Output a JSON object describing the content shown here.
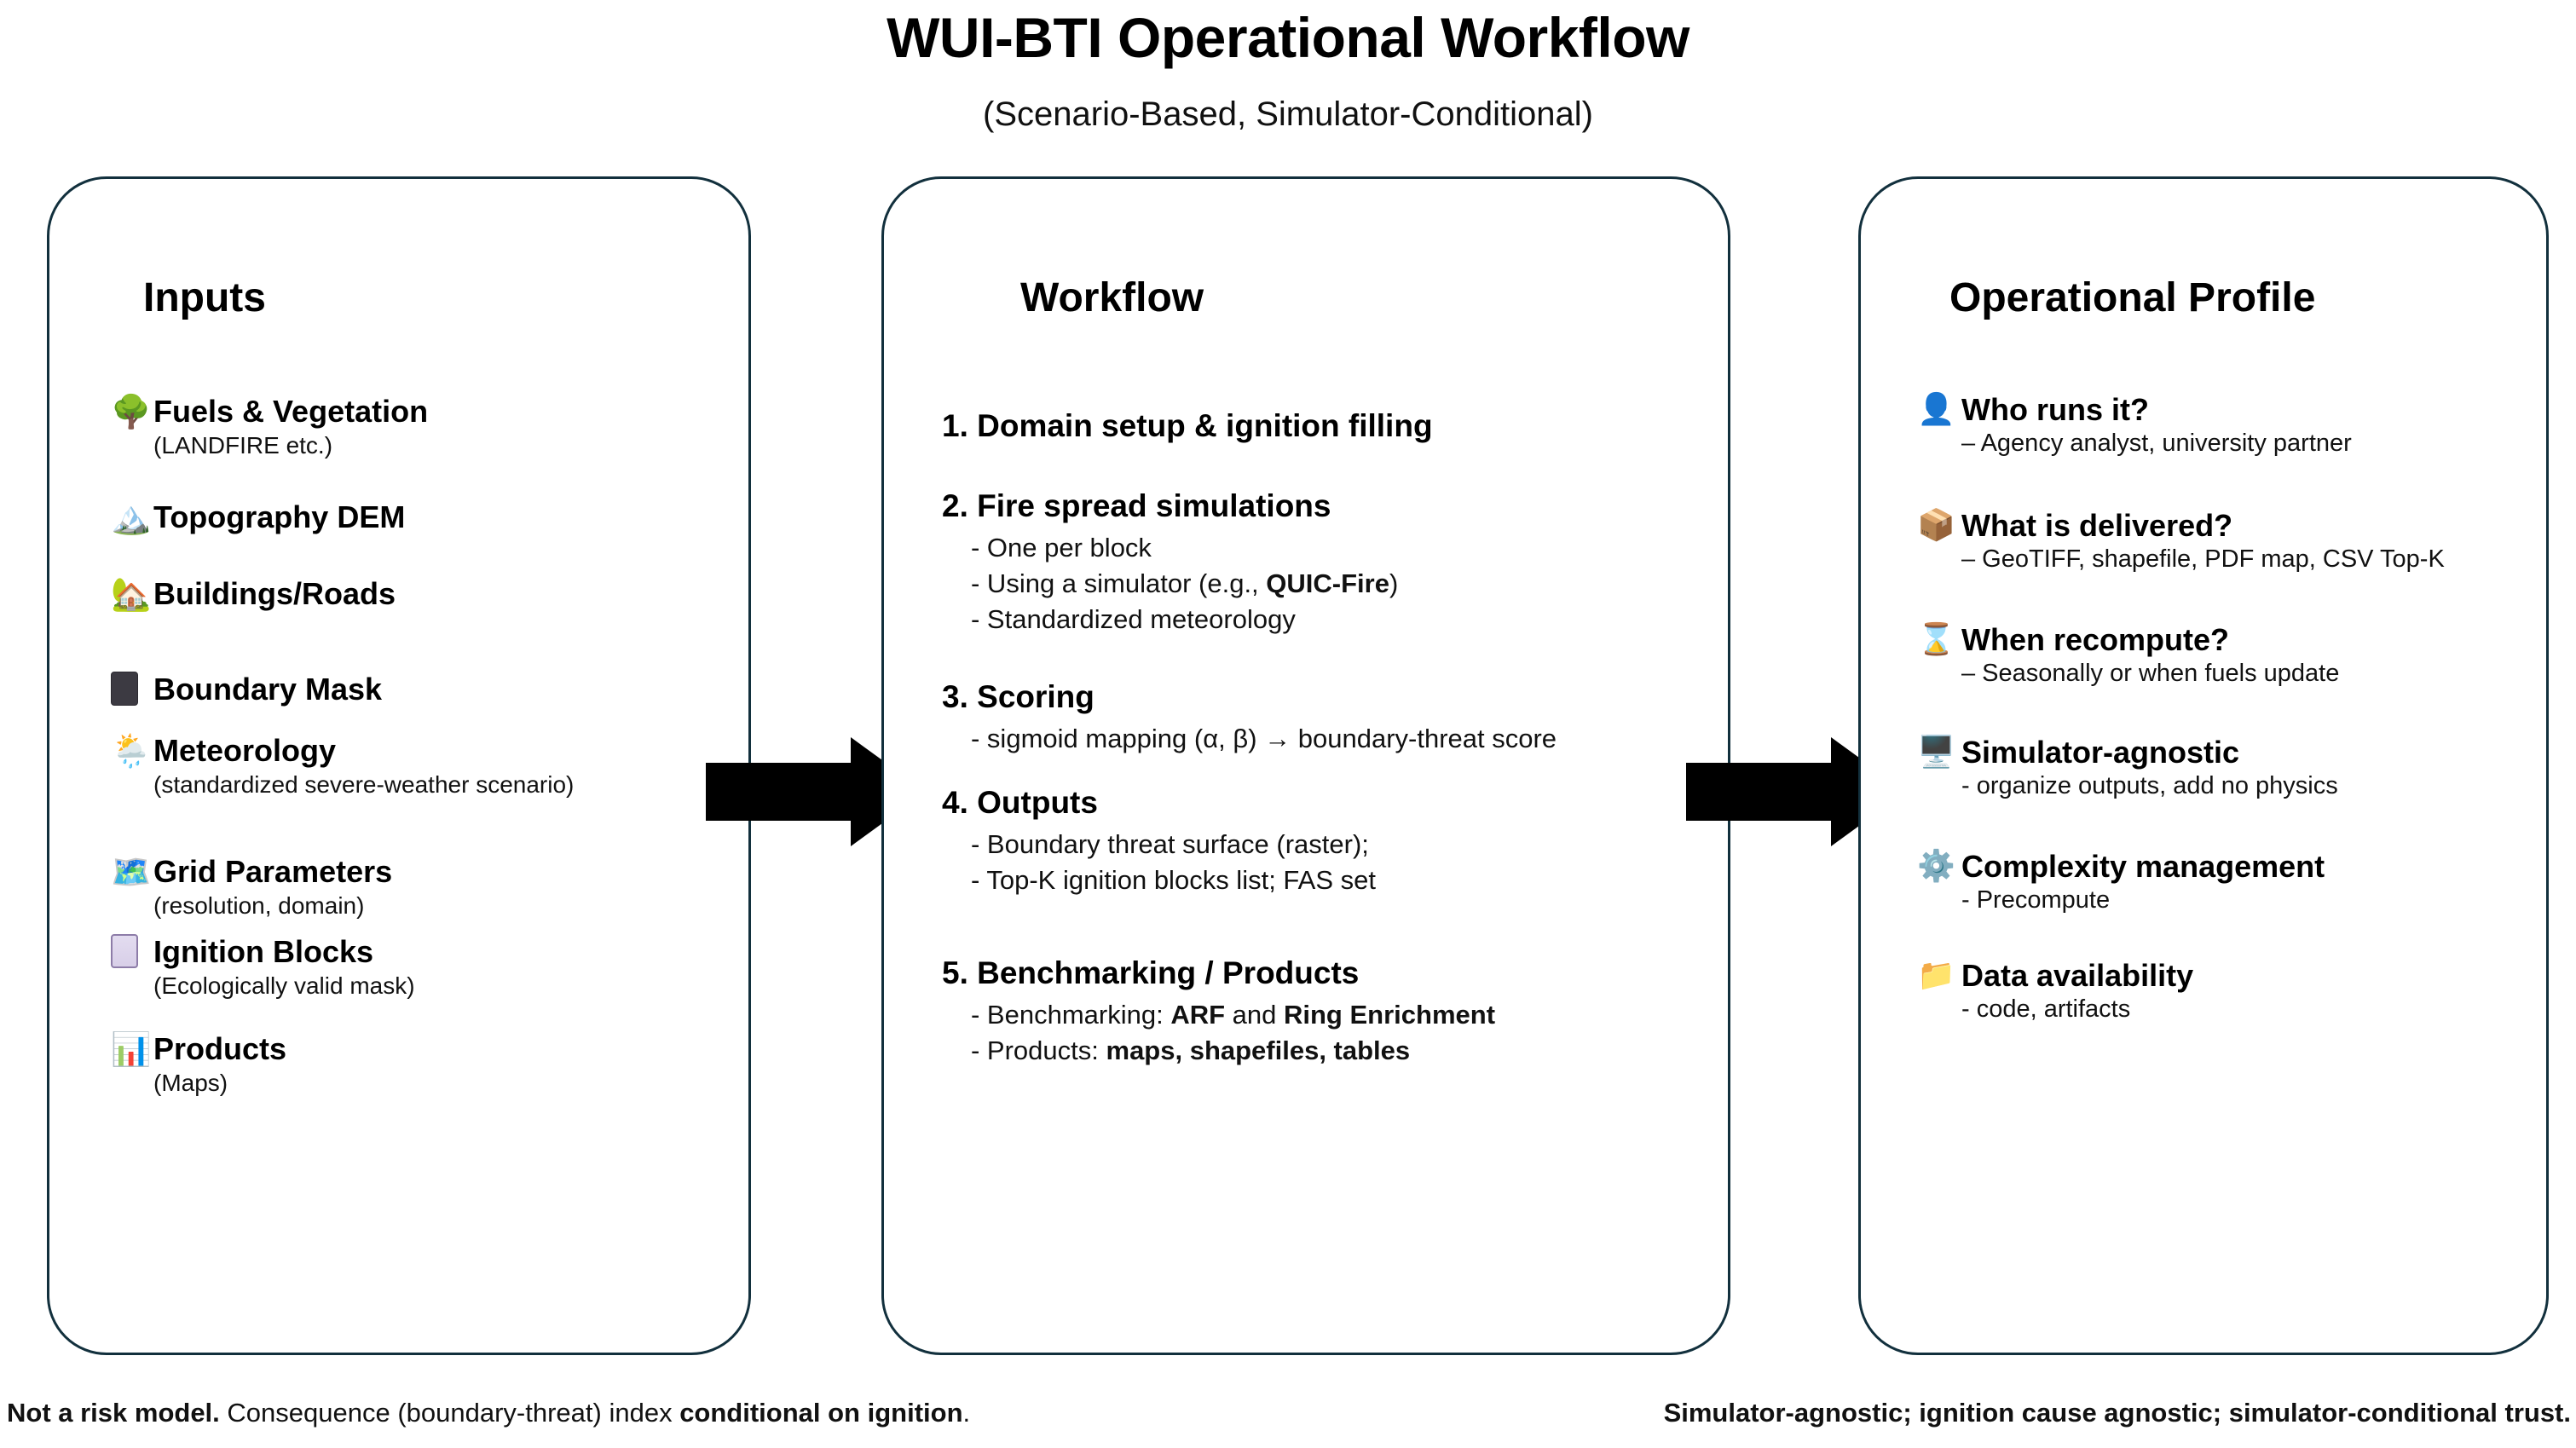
{
  "header": {
    "title": "WUI-BTI Operational Workflow",
    "subtitle": "(Scenario-Based, Simulator-Conditional)"
  },
  "colors": {
    "panel_border": "#12303d",
    "arrow": "#000000",
    "text": "#000000",
    "background": "#ffffff"
  },
  "panels": {
    "inputs": {
      "title": "Inputs",
      "items": [
        {
          "icon": "tree-icon",
          "glyph": "🌳",
          "label": "Fuels & Vegetation",
          "sub": "(LANDFIRE etc.)"
        },
        {
          "icon": "mountain-icon",
          "glyph": "🏔️",
          "label": "Topography DEM",
          "sub": ""
        },
        {
          "icon": "house-icon",
          "glyph": "🏡",
          "label": "Buildings/Roads",
          "sub": ""
        },
        {
          "icon": "dark-square-icon",
          "glyph": "",
          "label": "Boundary Mask",
          "sub": ""
        },
        {
          "icon": "rain-cloud-icon",
          "glyph": "🌦️",
          "label": "Meteorology",
          "sub": "(standardized severe-weather scenario)"
        },
        {
          "icon": "map-icon",
          "glyph": "🗺️",
          "label": "Grid Parameters",
          "sub": "(resolution, domain)"
        },
        {
          "icon": "lilac-square-icon",
          "glyph": "",
          "label": "Ignition Blocks",
          "sub": "(Ecologically valid mask)"
        },
        {
          "icon": "bar-chart-icon",
          "glyph": "📊",
          "label": "Products",
          "sub": "(Maps)"
        }
      ]
    },
    "workflow": {
      "title": "Workflow",
      "steps": [
        {
          "head": "1. Domain setup & ignition filling",
          "bullets": []
        },
        {
          "head": "2. Fire spread simulations",
          "bullets": [
            {
              "pre": "- One per block",
              "bold": "",
              "post": ""
            },
            {
              "pre": "- Using a simulator (e.g., ",
              "bold": "QUIC-Fire",
              "post": ")"
            },
            {
              "pre": "- Standardized meteorology",
              "bold": "",
              "post": ""
            }
          ]
        },
        {
          "head": "3. Scoring",
          "bullets": [
            {
              "pre": "- sigmoid mapping (α, β) → boundary-threat score",
              "bold": "",
              "post": ""
            }
          ]
        },
        {
          "head": "4. Outputs",
          "bullets": [
            {
              "pre": "- Boundary threat surface (raster);",
              "bold": "",
              "post": ""
            },
            {
              "pre": "- Top-K ignition blocks list; FAS set",
              "bold": "",
              "post": ""
            }
          ]
        },
        {
          "head": "5. Benchmarking / Products",
          "bullets": [
            {
              "pre": "- Benchmarking: ",
              "bold": "ARF",
              "post": " and ",
              "bold2": "Ring Enrichment"
            },
            {
              "pre": "- Products: ",
              "bold": "maps, shapefiles, tables",
              "post": ""
            }
          ]
        }
      ]
    },
    "profile": {
      "title": "Operational Profile",
      "items": [
        {
          "icon": "bust-silhouette-icon",
          "glyph": "👤",
          "label": "Who runs it?",
          "sub": "– Agency analyst, university partner"
        },
        {
          "icon": "package-icon",
          "glyph": "📦",
          "label": "What is delivered?",
          "sub": "– GeoTIFF, shapefile, PDF map, CSV Top-K"
        },
        {
          "icon": "hourglass-icon",
          "glyph": "⌛",
          "label": "When recompute?",
          "sub": "– Seasonally or when fuels update"
        },
        {
          "icon": "desktop-computer-icon",
          "glyph": "🖥️",
          "label": "Simulator-agnostic",
          "sub": "- organize outputs, add no physics"
        },
        {
          "icon": "gear-icon",
          "glyph": "⚙️",
          "label": "Complexity management",
          "sub": "- Precompute"
        },
        {
          "icon": "folder-icon",
          "glyph": "📁",
          "label": "Data availability",
          "sub": "- code, artifacts"
        }
      ]
    }
  },
  "arrows": [
    {
      "name": "arrow-inputs-to-workflow"
    },
    {
      "name": "arrow-workflow-to-profile"
    }
  ],
  "footer": {
    "left_bold": "Not a risk model.",
    "left_mid": " Consequence (boundary-threat) index ",
    "left_bold2": "conditional on ignition",
    "left_end": ".",
    "right": "Simulator-agnostic; ignition cause agnostic; simulator-conditional trust."
  }
}
